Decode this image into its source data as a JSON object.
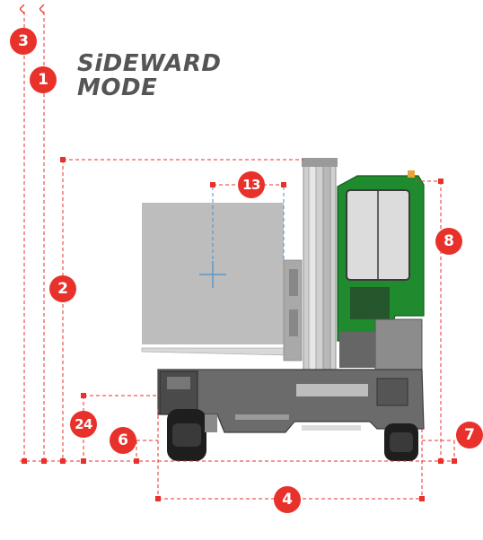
{
  "title": {
    "line1": "SiDEWARD",
    "line2": "MODE"
  },
  "colors": {
    "accent": "#e8312a",
    "dimension_line": "#e8312a",
    "load_center": "#4a90c8",
    "cab": "#1f8a2e",
    "chassis": "#6b6b6b",
    "load": "#bdbdbd"
  },
  "callouts": [
    {
      "label": "3"
    },
    {
      "label": "1"
    },
    {
      "label": "2"
    },
    {
      "label": "13"
    },
    {
      "label": "8"
    },
    {
      "label": "24"
    },
    {
      "label": "6"
    },
    {
      "label": "4"
    },
    {
      "label": "7"
    }
  ]
}
